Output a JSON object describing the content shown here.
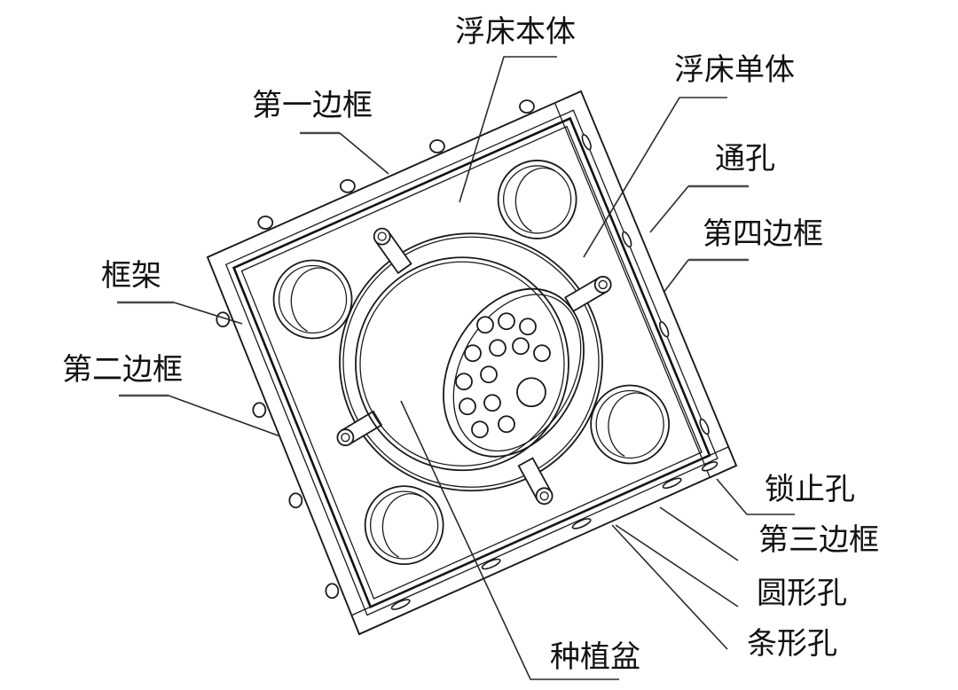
{
  "figure": {
    "title": "浮床结构示意图",
    "labels": {
      "float_bed_body": "浮床本体",
      "float_bed_unit": "浮床单体",
      "first_frame": "第一边框",
      "through_hole": "通孔",
      "fourth_frame": "第四边框",
      "frame": "框架",
      "second_frame": "第二边框",
      "lock_hole": "锁止孔",
      "third_frame": "第三边框",
      "round_hole": "圆形孔",
      "strip_hole": "条形孔",
      "planting_pot": "种植盆"
    }
  },
  "colors": {
    "line": "#1a1a1a",
    "text": "#111111",
    "background": "#ffffff"
  }
}
